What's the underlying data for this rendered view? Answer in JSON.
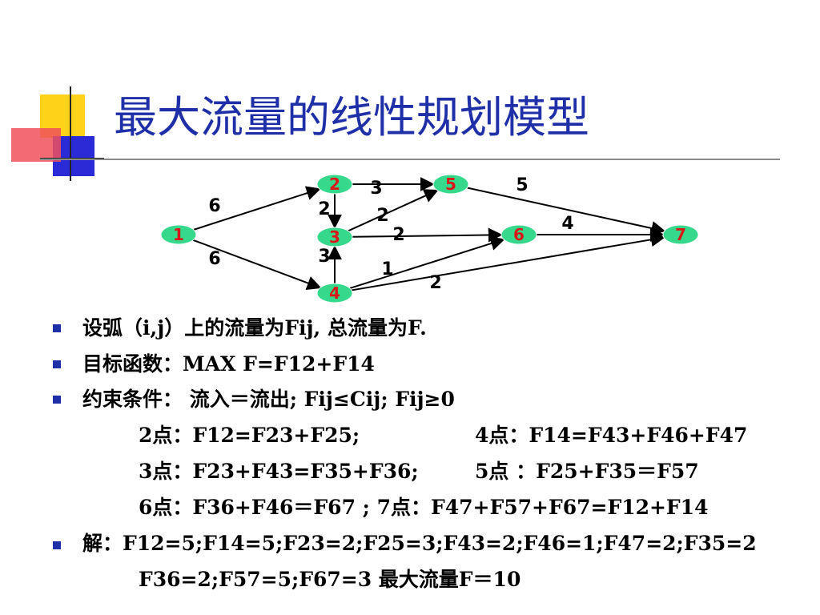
{
  "title": "最大流量的线性规划模型",
  "colors": {
    "title": "#1f2fa8",
    "node_fill": "#36d98c",
    "node_label": "#d81818",
    "bullet": "#1f2fa8"
  },
  "graph": {
    "nodes": [
      "1",
      "2",
      "3",
      "4",
      "5",
      "6",
      "7"
    ],
    "edges": [
      {
        "from": "1",
        "to": "2",
        "capacity": "6"
      },
      {
        "from": "1",
        "to": "4",
        "capacity": "6"
      },
      {
        "from": "2",
        "to": "5",
        "capacity": "3"
      },
      {
        "from": "2",
        "to": "3",
        "capacity": "2"
      },
      {
        "from": "3",
        "to": "5",
        "capacity": "2"
      },
      {
        "from": "3",
        "to": "6",
        "capacity": "2"
      },
      {
        "from": "4",
        "to": "3",
        "capacity": "3"
      },
      {
        "from": "4",
        "to": "6",
        "capacity": "1"
      },
      {
        "from": "4",
        "to": "7",
        "capacity": "2"
      },
      {
        "from": "5",
        "to": "7",
        "capacity": "5"
      },
      {
        "from": "6",
        "to": "7",
        "capacity": "4"
      }
    ]
  },
  "bullets": [
    "设弧（i,j）上的流量为Fij, 总流量为F.",
    "目标函数：MAX F=F12+F14",
    "约束条件：  流入＝流出;  Fij≤Cij;  Fij≥0"
  ],
  "constraints": [
    {
      "left": "2点：F12=F23+F25;",
      "right": "4点：F14=F43+F46+F47"
    },
    {
      "left": "3点：F23+F43=F35+F36;",
      "right": "5点 ：F25+F35＝F57"
    },
    {
      "left": "6点：F36+F46＝F67 ;  7点：F47+F57+F67=F12+F14",
      "right": ""
    }
  ],
  "solution": {
    "line1": "解：F12=5;F14=5;F23=2;F25=3;F43=2;F46=1;F47=2;F35=2",
    "line2": "F36=2;F57=5;F67=3        最大流量F＝10"
  }
}
